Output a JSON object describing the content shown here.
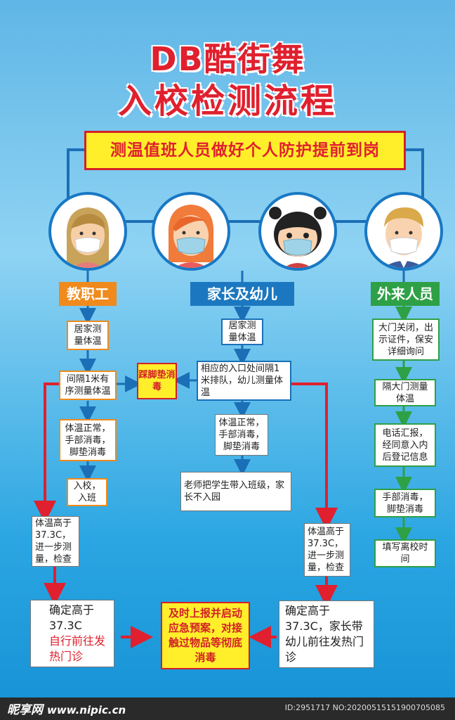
{
  "title": {
    "line1": "DB酷街舞",
    "line2": "入校检测流程"
  },
  "banner": "测温值班人员做好个人防护提前到岗",
  "columns": {
    "staff": {
      "label": "教职工",
      "color": "#f08a1c",
      "steps": [
        "居家测量体温",
        "间隔1米有序测量体温",
        "体温正常，手部消毒，脚垫消毒",
        "入校，入班"
      ],
      "high_temp": "体温高于37.3C，进一步测量，检查",
      "confirm": "确定高于37.3C",
      "confirm_red": "自行前往发热门诊"
    },
    "parents": {
      "label": "家长及幼儿",
      "color": "#1b6fb6",
      "steps": [
        "居家测量体温",
        "相应的入口处间隔1米排队，幼儿测量体温",
        "体温正常，手部消毒，脚垫消毒",
        "老师把学生带入班级，家长不入园"
      ],
      "high_temp": "体温高于37.3C，进一步测量，检查",
      "confirm": "确定高于37.3C，家长带幼儿前往发热门诊"
    },
    "visitors": {
      "label": "外来人员",
      "color": "#2ea046",
      "steps": [
        "大门关闭，出示证件，保安详细询问",
        "隔大门测量体温",
        "电话汇报，经同意入内后登记信息",
        "手部消毒，脚垫消毒",
        "填写离校时间"
      ]
    }
  },
  "mat": "踩脚垫消毒",
  "emergency": "及时上报并启动应急预案，对接触过物品等彻底消毒",
  "footer": {
    "logo": "昵享网",
    "site": "www.nipic.cn",
    "id": "ID:2951717 NO:20200515151900705085"
  },
  "colors": {
    "red": "#e0202e",
    "orange": "#f08a1c",
    "blue": "#1b6fb6",
    "green": "#2ea046",
    "yellow": "#ffef2a"
  }
}
